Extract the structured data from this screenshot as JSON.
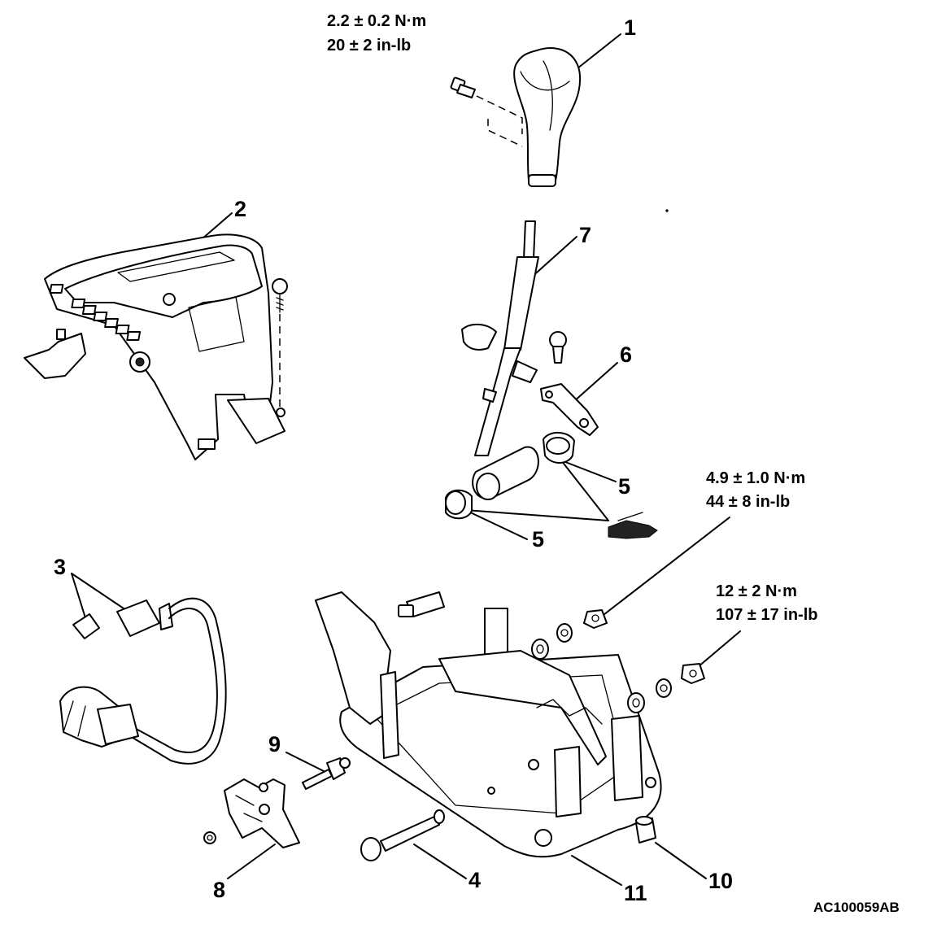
{
  "figure_code": "AC100059AB",
  "callouts": {
    "c1": "1",
    "c2": "2",
    "c3": "3",
    "c4": "4",
    "c5a": "5",
    "c5b": "5",
    "c6": "6",
    "c7": "7",
    "c8": "8",
    "c9": "9",
    "c10": "10",
    "c11": "11"
  },
  "torque_specs": {
    "knob_screw": {
      "metric": "2.2 ± 0.2 N·m",
      "imperial": "20 ± 2 in-lb"
    },
    "lever_nut": {
      "metric": "4.9 ± 1.0 N·m",
      "imperial": "44 ± 8 in-lb"
    },
    "bracket_nut": {
      "metric": "12 ± 2 N·m",
      "imperial": "107 ± 17 in-lb"
    }
  }
}
